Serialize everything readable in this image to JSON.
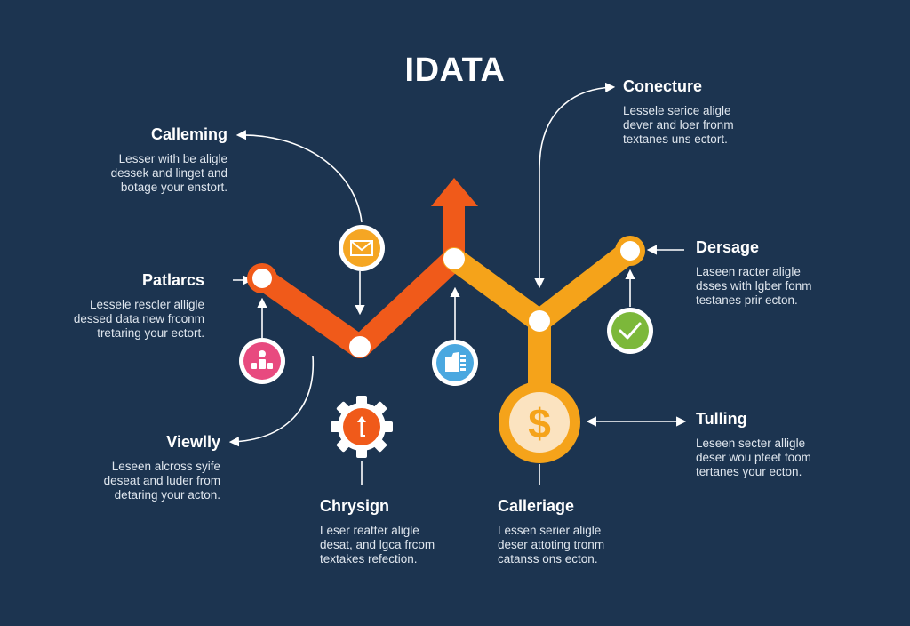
{
  "title": "IDATA",
  "colors": {
    "background": "#1c3450",
    "line_orange_red": "#f05a1a",
    "line_amber": "#f5a31a",
    "node_fill": "#ffffff",
    "pink_icon": "#e84a7f",
    "yellow_icon": "#f5a623",
    "blue_icon": "#4aa8e0",
    "green_icon": "#7cb83a",
    "gear_inner": "#f05a1a",
    "text": "#ffffff",
    "desc_text": "#dfe6ee"
  },
  "blocks": {
    "calleming": {
      "heading": "Calleming",
      "lines": [
        "Lesser with be aligle",
        "dessek and linget and",
        "botage your enstort."
      ]
    },
    "conecture": {
      "heading": "Conecture",
      "lines": [
        "Lessele serice aligle",
        "dever and loer fronm",
        "textanes uns ectort."
      ]
    },
    "patlarcs": {
      "heading": "Patlarcs",
      "lines": [
        "Lessele rescler alligle",
        "dessed data new frconm",
        "tretaring your ectort."
      ]
    },
    "dersage": {
      "heading": "Dersage",
      "lines": [
        "Laseen racter aligle",
        "dsses with lgber fonm",
        "testanes prir ecton."
      ]
    },
    "viewlly": {
      "heading": "Viewlly",
      "lines": [
        "Leseen alcross syife",
        "deseat and luder from",
        "detaring your acton."
      ]
    },
    "tulling": {
      "heading": "Tulling",
      "lines": [
        "Leseen secter alligle",
        "deser wou pteet foom",
        "tertanes your ecton."
      ]
    },
    "chrysign": {
      "heading": "Chrysign",
      "lines": [
        "Leser reatter aligle",
        "desat, and lgca frcom",
        "textakes refection."
      ]
    },
    "calleriage": {
      "heading": "Calleriage",
      "lines": [
        "Lessen serier aligle",
        "deser attoting tronm",
        "catanss ons ecton."
      ]
    }
  },
  "icons": {
    "mail": "envelope-icon",
    "user": "user-org-icon",
    "thumbs": "thumbs-up-icon",
    "check": "checkmark-icon",
    "dollar": "dollar-icon",
    "gear": "gear-arrow-icon",
    "dollar_symbol": "$",
    "gear_symbol": "t"
  }
}
